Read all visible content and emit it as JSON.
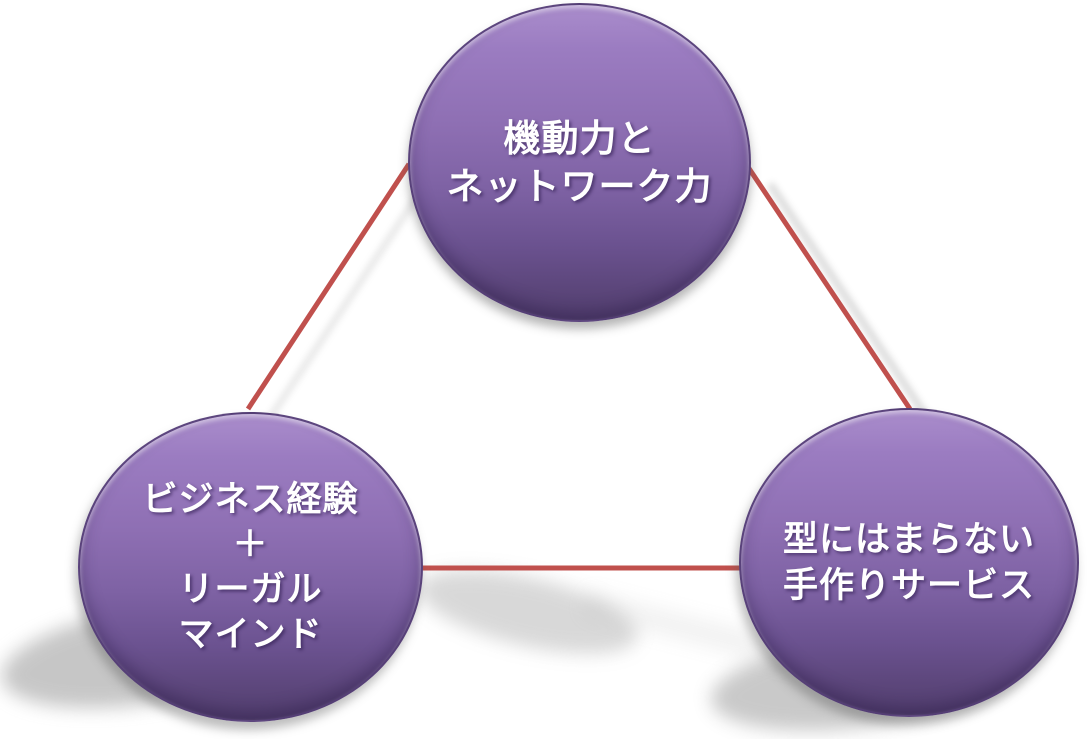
{
  "diagram": {
    "nodes": [
      {
        "id": "top",
        "lines": [
          "機動力と",
          "ネットワーク力"
        ]
      },
      {
        "id": "bottom-left",
        "lines": [
          "ビジネス経験",
          "＋",
          "リーガル",
          "マインド"
        ]
      },
      {
        "id": "bottom-right",
        "lines": [
          "型にはまらない",
          "手作りサービス"
        ]
      }
    ],
    "connections": [
      {
        "from": "top",
        "to": "bottom-left"
      },
      {
        "from": "top",
        "to": "bottom-right"
      },
      {
        "from": "bottom-left",
        "to": "bottom-right"
      }
    ],
    "colors": {
      "node_fill_light": "#9B7CC1",
      "node_fill_dark": "#53406F",
      "node_border": "#543E76",
      "connector": "#C0504D",
      "text": "#FFFFFF",
      "background": "#FFFFFF"
    }
  }
}
